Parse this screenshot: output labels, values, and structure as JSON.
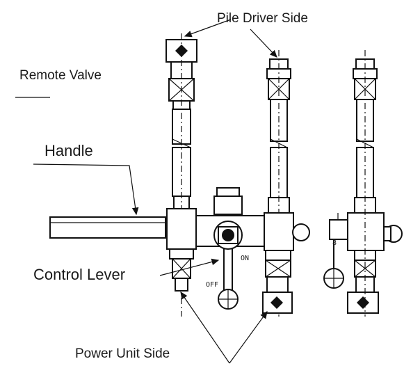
{
  "labels": {
    "pile_driver_side": "Pile Driver Side",
    "remote_valve": "Remote Valve",
    "handle": "Handle",
    "control_lever": "Control Lever",
    "power_unit_side": "Power Unit Side"
  },
  "markings": {
    "on": "ON",
    "off": "OFF",
    "small_mark": "8"
  }
}
